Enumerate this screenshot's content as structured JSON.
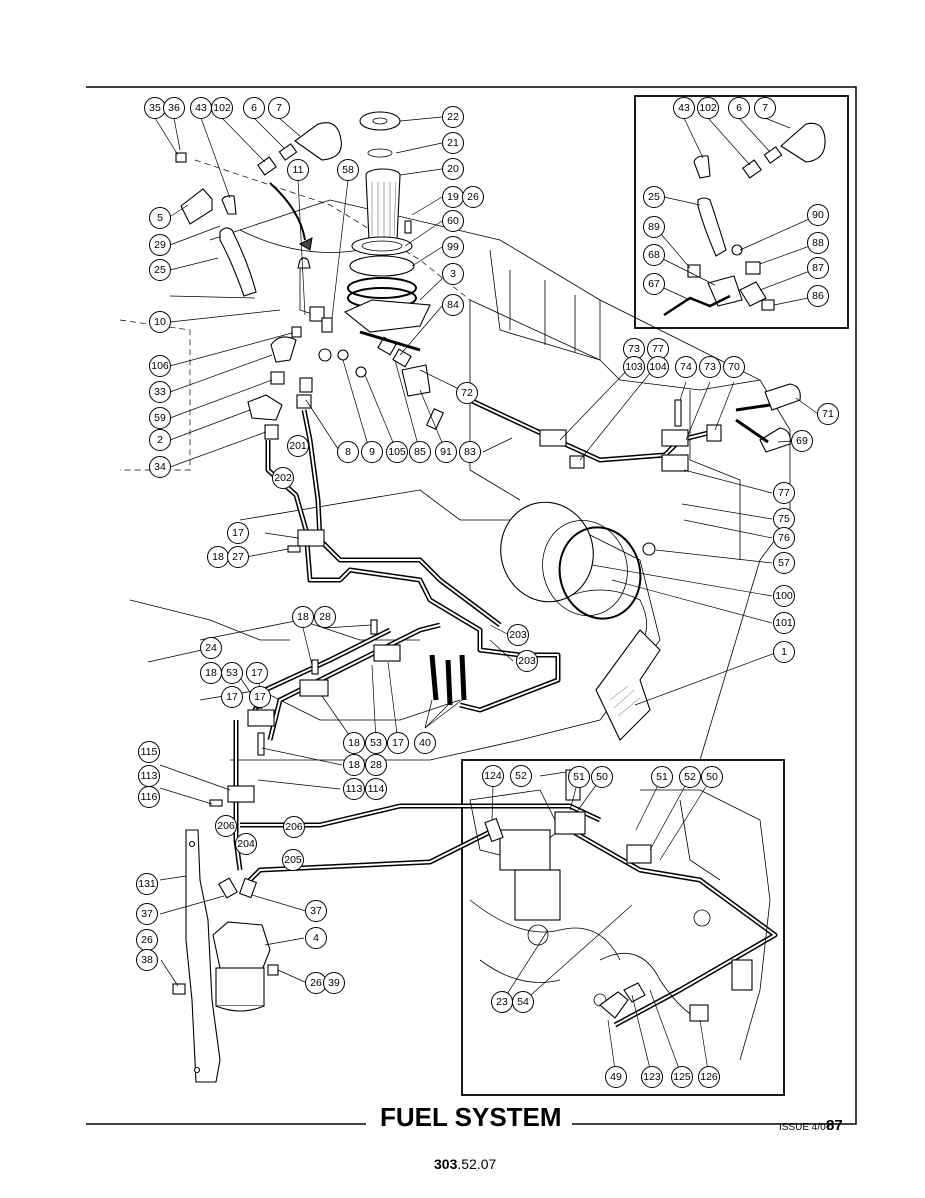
{
  "title": "FUEL SYSTEM",
  "issue": "ISSUE 4/07",
  "page_number": "87",
  "doc_number_bold": "303",
  "doc_number_rest": ".52.07",
  "callouts": [
    "35",
    "36",
    "43",
    "102",
    "6",
    "7",
    "22",
    "21",
    "20",
    "19",
    "26",
    "60",
    "99",
    "3",
    "84",
    "5",
    "29",
    "25",
    "11",
    "58",
    "10",
    "106",
    "33",
    "59",
    "2",
    "34",
    "8",
    "9",
    "105",
    "85",
    "91",
    "83",
    "72",
    "201",
    "202",
    "17",
    "18",
    "27",
    "73",
    "103",
    "77",
    "104",
    "74",
    "70",
    "71",
    "69",
    "75",
    "76",
    "57",
    "100",
    "101",
    "1",
    "28",
    "203",
    "24",
    "53",
    "40",
    "115",
    "113",
    "116",
    "114",
    "131",
    "206",
    "204",
    "205",
    "37",
    "4",
    "38",
    "39",
    "124",
    "52",
    "51",
    "50",
    "23",
    "54",
    "49",
    "123",
    "125",
    "126",
    "90",
    "89",
    "88",
    "68",
    "87",
    "67",
    "86"
  ]
}
